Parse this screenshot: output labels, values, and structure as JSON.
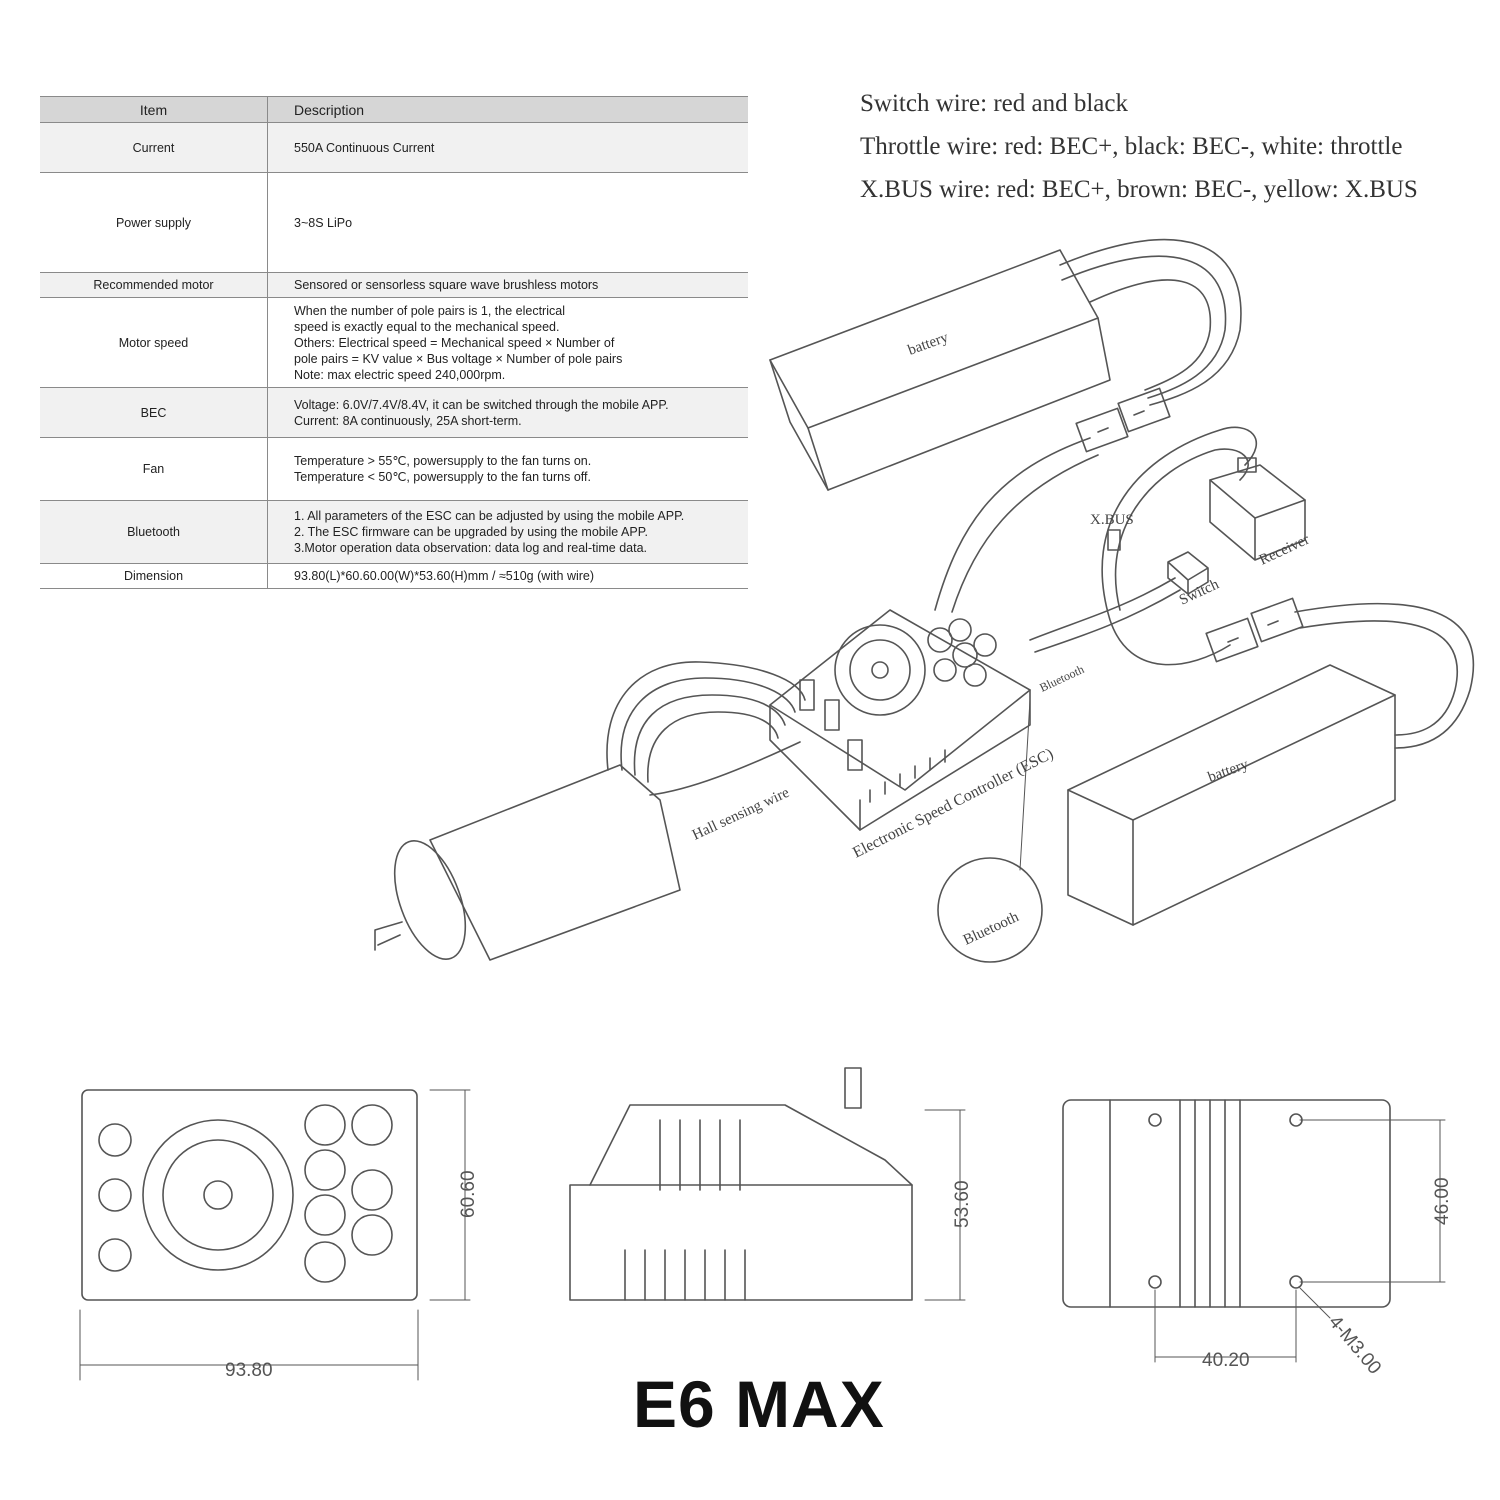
{
  "spec_table": {
    "header": {
      "item": "Item",
      "description": "Description"
    },
    "rows": [
      {
        "item": "Current",
        "lines": [
          "550A Continuous Current"
        ]
      },
      {
        "item": "Power supply",
        "lines": [
          "3~8S LiPo"
        ]
      },
      {
        "item": "Recommended motor",
        "lines": [
          "Sensored or sensorless square wave brushless motors"
        ]
      },
      {
        "item": "Motor speed",
        "lines": [
          "When the number of pole pairs is 1, the electrical",
          "speed is exactly equal to the mechanical speed.",
          "Others: Electrical speed = Mechanical speed × Number of",
          "pole pairs = KV value × Bus voltage × Number of pole pairs",
          "Note: max electric speed 240,000rpm."
        ]
      },
      {
        "item": "BEC",
        "lines": [
          "Voltage: 6.0V/7.4V/8.4V, it can be switched through the mobile APP.",
          "Current: 8A continuously, 25A short-term."
        ]
      },
      {
        "item": "Fan",
        "lines": [
          "Temperature > 55℃, powersupply to the fan turns on.",
          "Temperature < 50℃, powersupply to the fan turns off."
        ]
      },
      {
        "item": "Bluetooth",
        "lines": [
          "1. All parameters of the ESC can be adjusted by using the mobile APP.",
          "2. The ESC firmware can be upgraded by using the mobile APP.",
          "3.Motor operation data observation: data log and real-time data."
        ]
      },
      {
        "item": "Dimension",
        "lines": [
          "93.80(L)*60.60.00(W)*53.60(H)mm / ≈510g (with wire)"
        ]
      }
    ]
  },
  "wiring_legend": [
    "Switch wire: red and black",
    "Throttle wire: red: BEC+, black: BEC-, white: throttle",
    "X.BUS wire: red: BEC+, brown: BEC-, yellow: X.BUS"
  ],
  "diagram_labels": {
    "battery_top": "battery",
    "battery_bottom": "battery",
    "xbus": "X.BUS",
    "receiver": "Receiver",
    "switch": "Switch",
    "bluetooth": "Bluetooth",
    "bluetooth_detail": "Bluetooth",
    "hall_wire": "Hall sensing wire",
    "esc": "Electronic Speed Controller (ESC)"
  },
  "dimensions": {
    "length": "93.80",
    "width": "60.60",
    "height": "53.60",
    "hole_spacing_y": "46.00",
    "hole_spacing_x": "40.20",
    "holes": "4-M3.00"
  },
  "product_title": "E6 MAX"
}
